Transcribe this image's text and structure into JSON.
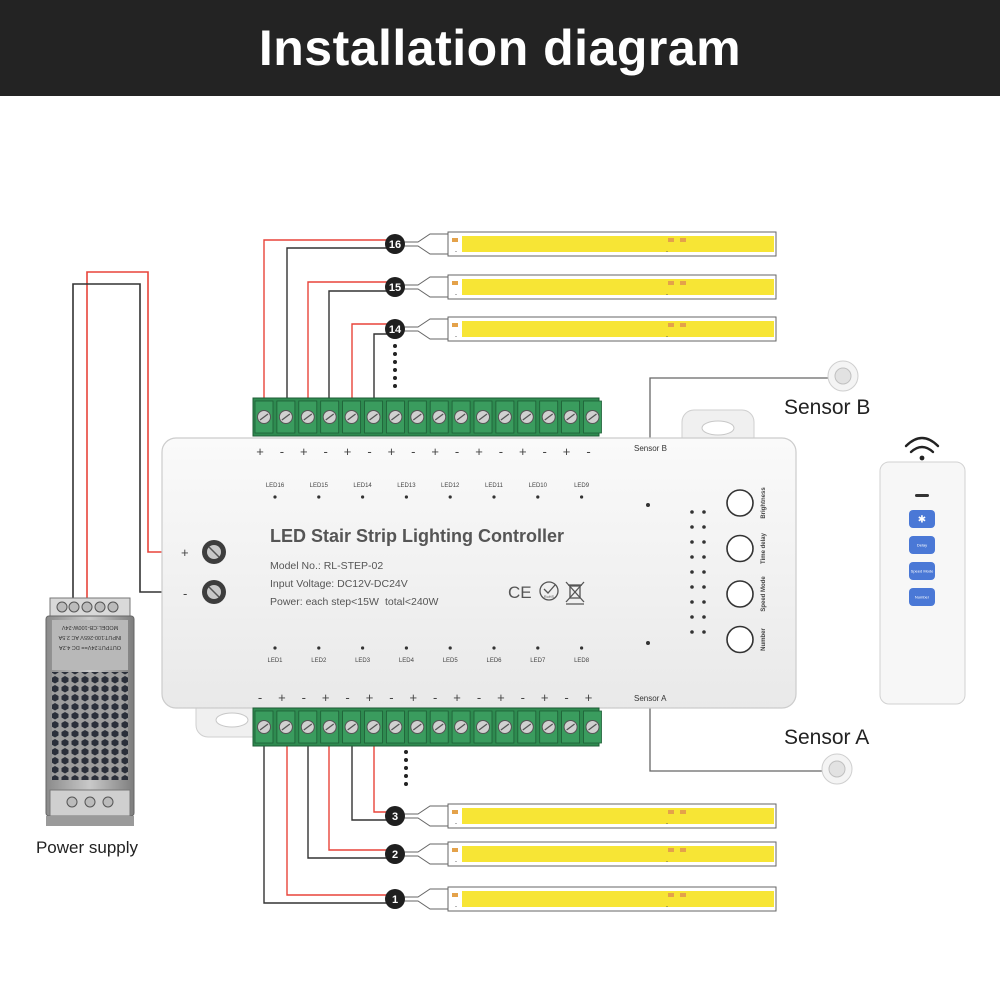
{
  "header": {
    "title": "Installation diagram"
  },
  "controller": {
    "title": "LED Stair Strip Lighting Controller",
    "model": "Model No.: RL-STEP-02",
    "voltage": "Input Voltage: DC12V-DC24V",
    "power_step": "Power: each step<15W",
    "power_total": "total<240W",
    "plus": "+",
    "minus": "-",
    "top_leds": [
      "LED16",
      "LED15",
      "LED14",
      "LED13",
      "LED12",
      "LED11",
      "LED10",
      "LED9"
    ],
    "bottom_leds": [
      "LED1",
      "LED2",
      "LED3",
      "LED4",
      "LED5",
      "LED6",
      "LED7",
      "LED8"
    ],
    "port_sensor_b": "Sensor B",
    "port_sensor_a": "Sensor A",
    "buttons": [
      "Brightness",
      "Time delay",
      "Speed Mode",
      "Number"
    ],
    "cert_ce": "CE",
    "cert_rohs": "RoHS"
  },
  "sensors": {
    "b": "Sensor B",
    "a": "Sensor A"
  },
  "power_supply": {
    "label": "Power supply",
    "model_line": "MODEL:CB-100W-24V",
    "input_line": "INPUT:100-265V AC 2.5A",
    "output_line": "OUTPUT:24V== DC 4.2A"
  },
  "strips": {
    "top": [
      "16",
      "15",
      "14"
    ],
    "bottom": [
      "3",
      "2",
      "1"
    ]
  },
  "remote": {
    "buttons": [
      "✱",
      "Delay",
      "Speed Mode",
      "Number"
    ]
  },
  "colors": {
    "header_bg": "#232323",
    "wire_red": "#e8443a",
    "wire_black": "#333333",
    "terminal_green": "#2e8b50",
    "strip_yellow": "#f7e535",
    "remote_button": "#4a78d6"
  }
}
